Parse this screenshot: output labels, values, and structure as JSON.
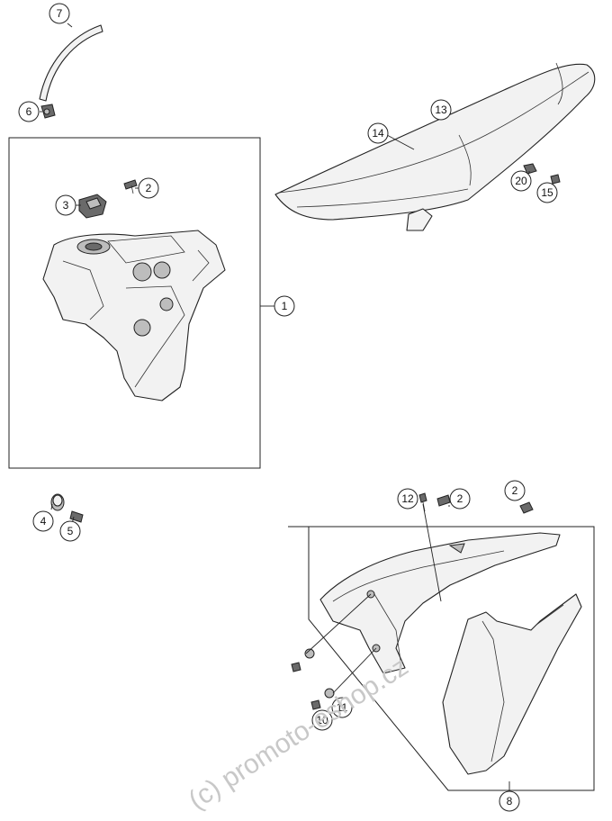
{
  "callouts": [
    {
      "id": "callout-1",
      "label": "1"
    },
    {
      "id": "callout-2a",
      "label": "2"
    },
    {
      "id": "callout-2b",
      "label": "2"
    },
    {
      "id": "callout-2c",
      "label": "2"
    },
    {
      "id": "callout-3",
      "label": "3"
    },
    {
      "id": "callout-4",
      "label": "4"
    },
    {
      "id": "callout-5",
      "label": "5"
    },
    {
      "id": "callout-6",
      "label": "6"
    },
    {
      "id": "callout-7",
      "label": "7"
    },
    {
      "id": "callout-8",
      "label": "8"
    },
    {
      "id": "callout-10",
      "label": "10"
    },
    {
      "id": "callout-11",
      "label": "11"
    },
    {
      "id": "callout-12",
      "label": "12"
    },
    {
      "id": "callout-13",
      "label": "13"
    },
    {
      "id": "callout-14",
      "label": "14"
    },
    {
      "id": "callout-15",
      "label": "15"
    },
    {
      "id": "callout-20",
      "label": "20"
    }
  ],
  "watermark": "(c) promoto-eshop.cz"
}
